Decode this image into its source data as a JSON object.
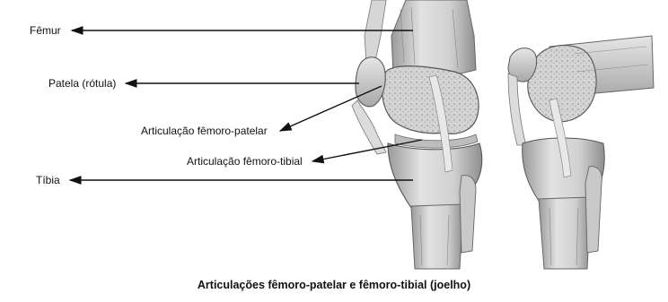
{
  "labels": {
    "femur": "Fêmur",
    "patela": "Patela (rótula)",
    "art_femoro_patelar": "Articulação fêmoro-patelar",
    "art_femoro_tibial": "Articulação fêmoro-tibial",
    "tibia": "Tíbia"
  },
  "caption": "Articulações fêmoro-patelar e fêmoro-tibial (joelho)",
  "colors": {
    "ink": "#111111",
    "bone_light": "#eeeeee",
    "bone_mid": "#c9c9c9",
    "bone_dark": "#8c8c8c",
    "ligament": "#d8d8d8"
  }
}
